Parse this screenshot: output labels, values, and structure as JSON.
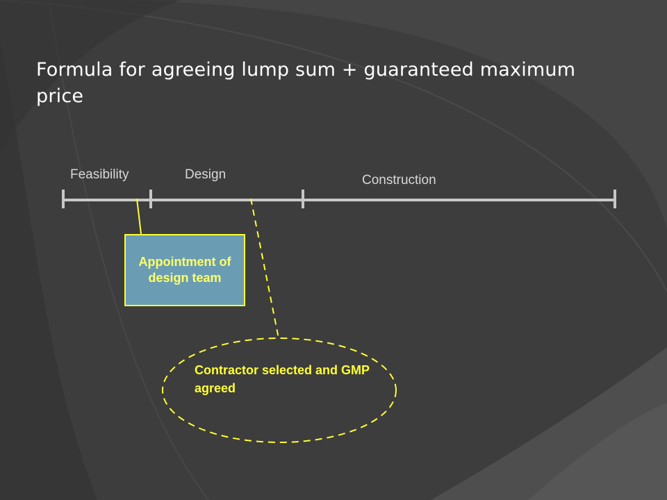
{
  "slide": {
    "title": "Formula for agreeing lump sum + guaranteed maximum price"
  },
  "timeline": {
    "phases": [
      {
        "label": "Feasibility"
      },
      {
        "label": "Design"
      },
      {
        "label": "Construction"
      }
    ]
  },
  "callouts": {
    "appointment": "Appointment of design team",
    "contractor": "Contractor selected and GMP agreed"
  },
  "colors": {
    "background": "#3a3a3a",
    "timeline": "#c8c8c8",
    "callout_line": "#ffff33",
    "box_fill": "#6a9db3",
    "box_text": "#ffff66",
    "title_text": "#ffffff"
  }
}
